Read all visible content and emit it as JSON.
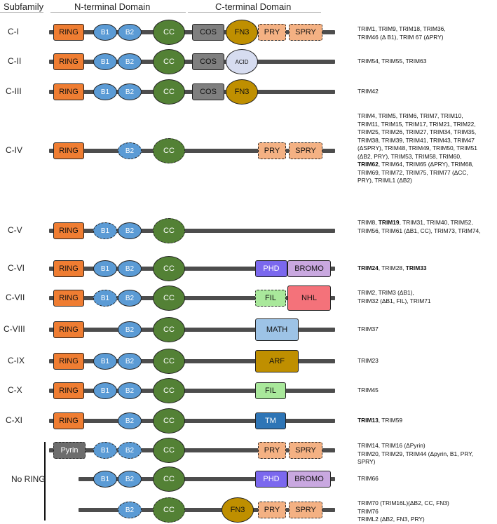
{
  "headers": {
    "subfamily": "Subfamily",
    "n_terminal": "N-terminal Domain",
    "c_terminal": "C-terminal Domain"
  },
  "no_ring_label": "No RING",
  "domain_labels": {
    "ring": "RING",
    "b1": "B1",
    "b2": "B2",
    "cc": "CC",
    "cos": "COS",
    "fn3": "FN3",
    "pry": "PRY",
    "spry": "SPRY",
    "acid": "ACID",
    "phd": "PHD",
    "bromo": "BROMO",
    "fil": "FIL",
    "nhl": "NHL",
    "math": "MATH",
    "arf": "ARF",
    "tm": "TM",
    "pyrin": "Pyrin"
  },
  "colors": {
    "ring": "#ef7d32",
    "b_box": "#5b9bd5",
    "cc": "#538135",
    "cos": "#7f7f7f",
    "fn3": "#bf8f00",
    "pry_spry": "#f4b183",
    "acid": "#d6dcf0",
    "phd": "#7b68ee",
    "bromo": "#c9a8e0",
    "fil": "#a9e89b",
    "nhl": "#f4727a",
    "math": "#9dc3e6",
    "arf": "#bf8f00",
    "tm": "#2e75b6",
    "pyrin": "#6d6d6d",
    "backbone": "#4d4d4d"
  },
  "rows": [
    {
      "label": "C-I",
      "members": "TRIM1, TRIM9, TRIM18, TRIM36,\nTRIM46 (Δ B1), TRIM 67 (ΔPRY)"
    },
    {
      "label": "C-II",
      "members": "TRIM54, TRIM55, TRIM63"
    },
    {
      "label": "C-III",
      "members": "TRIM42"
    },
    {
      "label": "C-IV",
      "members": "TRIM4, TRIM5, TRIM6, TRIM7, TRIM10,\nTRIM11, TRIM15, TRIM17, TRIM21, TRIM22,\nTRIM25, TRIM26,  TRIM27, TRIM34, TRIM35,\nTRIM38, TRIM39, TRIM41, TRIM43, TRIM47\n(ΔSPRY), TRIM48, TRIM49, TRIM50, TRIM51\n(ΔB2, PRY), TRIM53, TRIM58, TRIM60,\n<b>TRIM62</b>,  TRIM64, TRIM65 (ΔPRY), TRIM68,\nTRIM69, TRIM72, TRIM75, TRIM77 (ΔCC,\nPRY), TRIML1 (ΔB2)"
    },
    {
      "label": "C-V",
      "members": "TRIM8, <b>TRIM19</b>, TRIM31, TRIM40, TRIM52,\nTRIM56, TRIM61 (ΔB1, CC), TRIM73, TRIM74,"
    },
    {
      "label": "C-VI",
      "members": "<b>TRIM24</b>, TRIM28, <b>TRIM33</b>"
    },
    {
      "label": "C-VII",
      "members": "TRIM2, TRIM3 (ΔB1),\nTRIM32 (ΔB1, FIL), TRIM71"
    },
    {
      "label": "C-VIII",
      "members": "TRIM37"
    },
    {
      "label": "C-IX",
      "members": "TRIM23"
    },
    {
      "label": "C-X",
      "members": "TRIM45"
    },
    {
      "label": "C-XI",
      "members": "<b>TRIM13</b>, TRIM59"
    },
    {
      "label": "",
      "members": "TRIM14, TRIM16 (ΔPyrin)\nTRIM20, TRIM29, TRIM44 (Δpyrin, B1, PRY,\nSPRY)"
    },
    {
      "label": "",
      "members": "TRIM66"
    },
    {
      "label": "",
      "members": "TRIM70 (TRIM16L)(ΔB2, CC, FN3)\nTRIM76\nTRIML2 (ΔB2, FN3, PRY)"
    }
  ]
}
